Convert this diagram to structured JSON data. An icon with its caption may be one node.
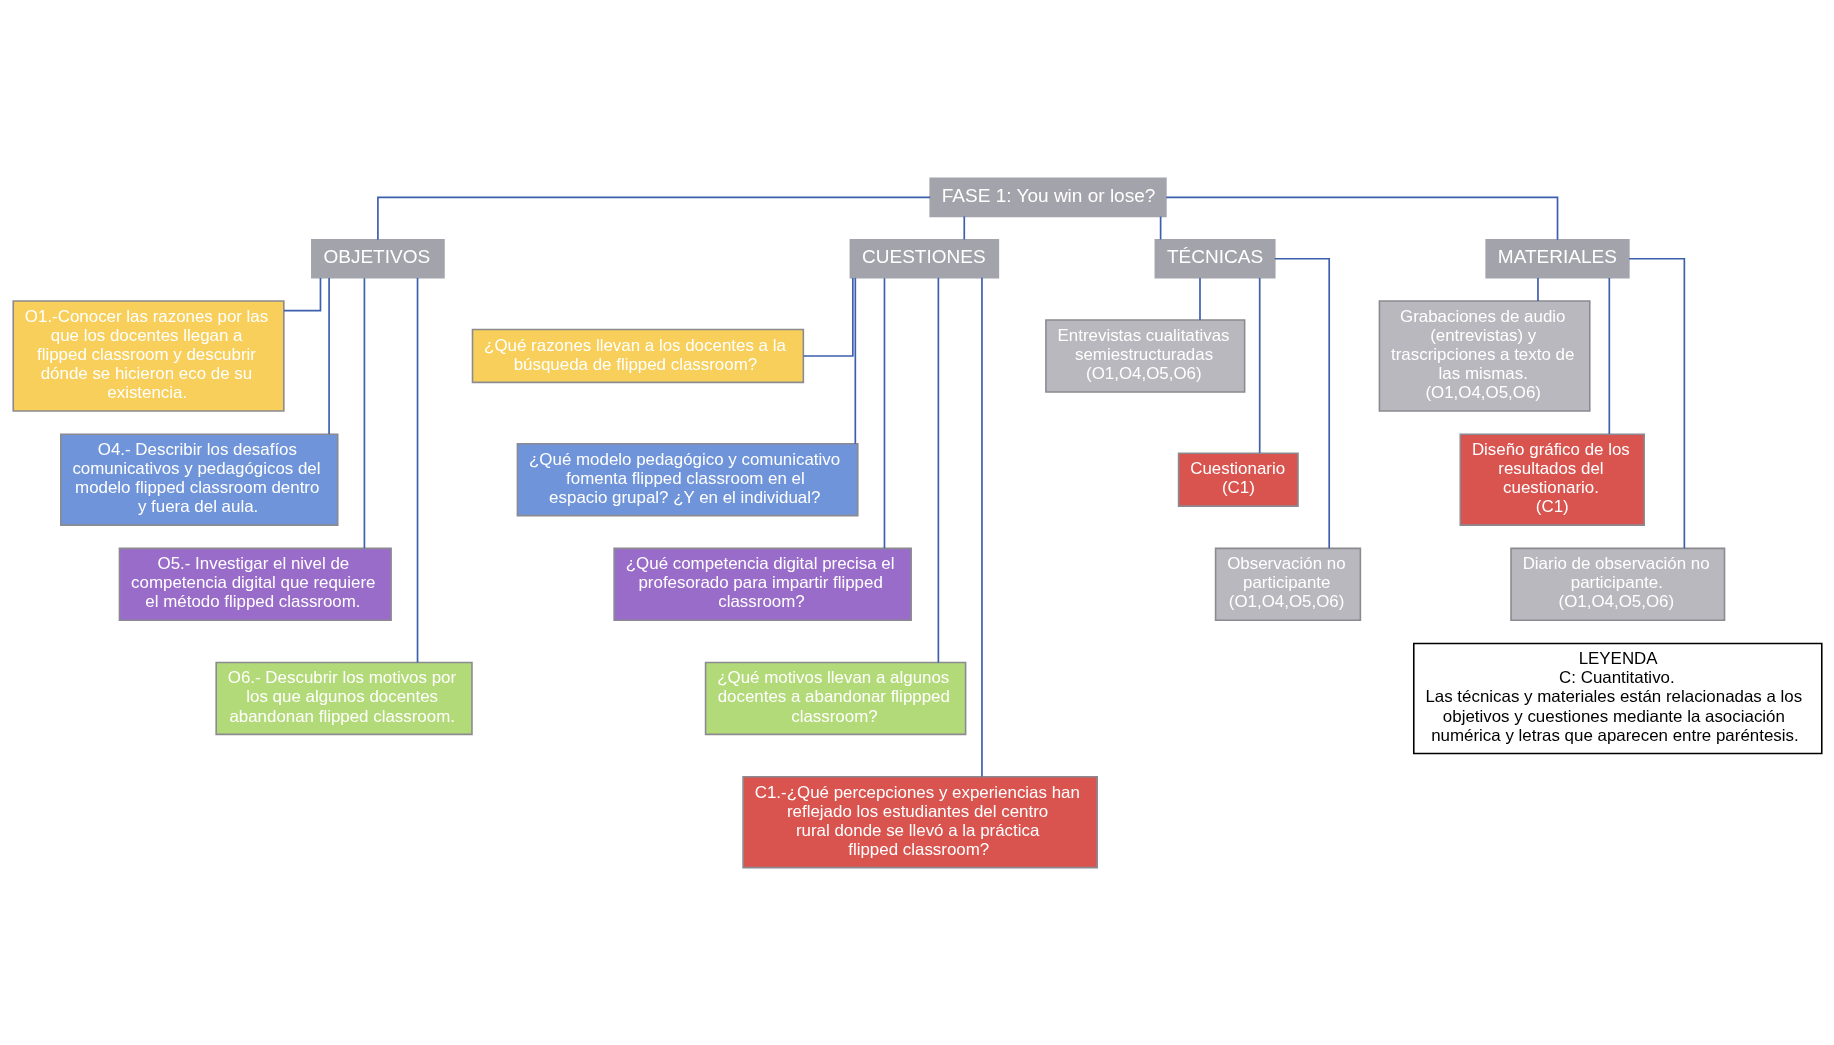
{
  "diagram": {
    "nodes": [
      {
        "text": [
          "FASE 1: You win or lose?"
        ]
      },
      {
        "text": [
          "OBJETIVOS"
        ]
      },
      {
        "text": [
          "CUESTIONES"
        ]
      },
      {
        "text": [
          "TÉCNICAS"
        ]
      },
      {
        "text": [
          "MATERIALES"
        ]
      },
      {
        "text": [
          "O1.-Conocer las razones por las que los docentes llegan a flipped classroom y descubrir dónde se hicieron eco de su existencia."
        ]
      },
      {
        "text": [
          "O4.- Describir los desafíos comunicativos y pedagógicos del modelo flipped classroom dentro y fuera del aula."
        ]
      },
      {
        "text": [
          "O5.- Investigar el nivel de competencia digital que requiere el método flipped classroom."
        ]
      },
      {
        "text": [
          "O6.- Descubrir los motivos por los que algunos docentes abandonan flipped classroom."
        ]
      },
      {
        "text": [
          "¿Qué razones llevan a los docentes a la búsqueda de flipped classroom?"
        ]
      },
      {
        "text": [
          "¿Qué modelo pedagógico y comunicativo fomenta flipped classroom en el espacio grupal? ¿Y en el individual?"
        ]
      },
      {
        "text": [
          "¿Qué competencia digital precisa el profesorado para impartir flipped classroom?"
        ]
      },
      {
        "text": [
          "¿Qué motivos llevan a algunos docentes a abandonar flippped classroom?"
        ]
      },
      {
        "text": [
          "C1.-¿Qué percepciones y experiencias han reflejado los estudiantes del centro rural donde se llevó a la práctica flipped classroom?"
        ]
      },
      {
        "text": [
          "Entrevistas cualitativas semiestructuradas",
          "(O1,O4,O5,O6)"
        ]
      },
      {
        "text": [
          "Cuestionario",
          "(C1)"
        ]
      },
      {
        "text": [
          "Observación no participante",
          "(O1,O4,O5,O6)"
        ]
      },
      {
        "text": [
          "Grabaciones de audio (entrevistas) y trascripciones a texto de las mismas.",
          "(O1,O4,O5,O6)"
        ]
      },
      {
        "text": [
          "Diseño gráfico de los resultados del cuestionario.",
          "(C1)"
        ]
      },
      {
        "text": [
          "Diario de observación no participante.",
          "(O1,O4,O5,O6)"
        ]
      },
      {
        "text": [
          "LEYENDA",
          "C: Cuantitativo.",
          "Las técnicas y materiales están relacionadas a los objetivos y cuestiones mediante la asociación numérica y letras que aparecen entre paréntesis."
        ]
      }
    ],
    "edges": [
      {
        "from": 0,
        "to": 1,
        "arrow": "none"
      },
      {
        "from": 0,
        "to": 2,
        "arrow": "none"
      },
      {
        "from": 0,
        "to": 3,
        "arrow": "none"
      },
      {
        "from": 0,
        "to": 4,
        "arrow": "none"
      },
      {
        "from": 1,
        "to": 5,
        "arrow": "none"
      },
      {
        "from": 1,
        "to": 6,
        "arrow": "none"
      },
      {
        "from": 1,
        "to": 7,
        "arrow": "none"
      },
      {
        "from": 1,
        "to": 8,
        "arrow": "none"
      },
      {
        "from": 2,
        "to": 9,
        "arrow": "none"
      },
      {
        "from": 2,
        "to": 10,
        "arrow": "none"
      },
      {
        "from": 2,
        "to": 11,
        "arrow": "none"
      },
      {
        "from": 2,
        "to": 12,
        "arrow": "none"
      },
      {
        "from": 2,
        "to": 13,
        "arrow": "none"
      },
      {
        "from": 3,
        "to": 14,
        "arrow": "none"
      },
      {
        "from": 3,
        "to": 15,
        "arrow": "none"
      },
      {
        "from": 3,
        "to": 16,
        "arrow": "none"
      },
      {
        "from": 4,
        "to": 17,
        "arrow": "none"
      },
      {
        "from": 4,
        "to": 18,
        "arrow": "none"
      },
      {
        "from": 4,
        "to": 19,
        "arrow": "none"
      }
    ]
  }
}
